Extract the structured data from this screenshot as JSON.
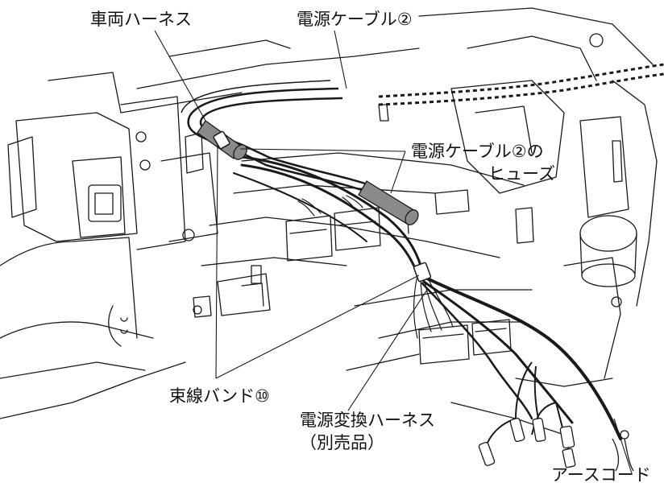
{
  "labels": {
    "vehicle_harness": "車両ハーネス",
    "power_cable": "電源ケーブル②",
    "fuse_line1": "電源ケーブル②の",
    "fuse_line2": "ヒューズ",
    "binding_band": "束線バンド⑩",
    "conversion_harness_line1": "電源変換ハーネス",
    "conversion_harness_line2": "（別売品）",
    "earth_cord": "アースコード"
  },
  "colors": {
    "line": "#1a1a1a",
    "fuse": "#8a8a8a",
    "background": "#ffffff"
  }
}
